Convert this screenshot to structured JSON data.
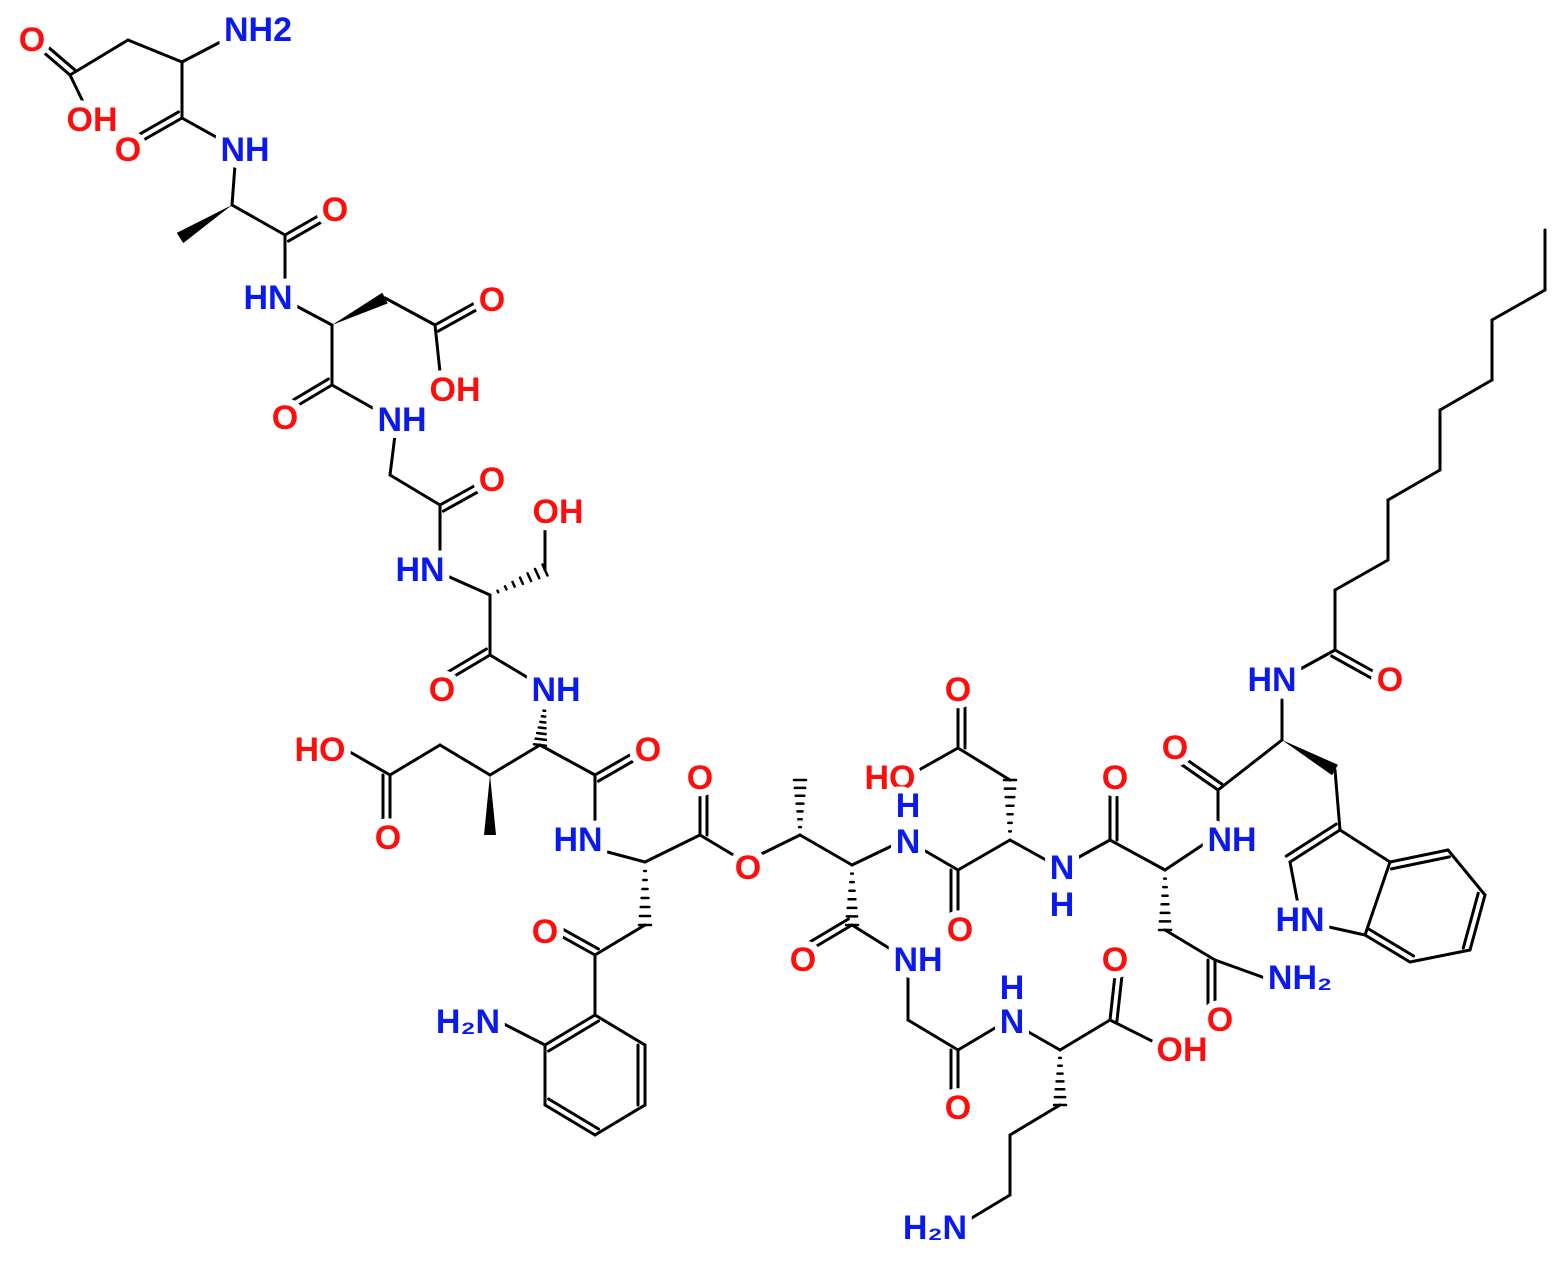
{
  "colors": {
    "oxygen": "#ff0d0d",
    "nitrogen": "#0a19f0",
    "bond": "#000000"
  },
  "atom_labels": [
    {
      "text": "O",
      "element": "oxygen"
    },
    {
      "text": "NH2",
      "element": "nitrogen"
    },
    {
      "text": "OH",
      "element": "oxygen"
    },
    {
      "text": "O",
      "element": "oxygen"
    },
    {
      "text": "NH",
      "element": "nitrogen"
    },
    {
      "text": "O",
      "element": "oxygen"
    },
    {
      "text": "HN",
      "element": "nitrogen"
    },
    {
      "text": "O",
      "element": "oxygen"
    },
    {
      "text": "OH",
      "element": "oxygen"
    },
    {
      "text": "O",
      "element": "oxygen"
    },
    {
      "text": "NH",
      "element": "nitrogen"
    },
    {
      "text": "O",
      "element": "oxygen"
    },
    {
      "text": "OH",
      "element": "oxygen"
    },
    {
      "text": "HN",
      "element": "nitrogen"
    },
    {
      "text": "O",
      "element": "oxygen"
    },
    {
      "text": "NH",
      "element": "nitrogen"
    },
    {
      "text": "O",
      "element": "oxygen"
    },
    {
      "text": "HO",
      "element": "oxygen"
    },
    {
      "text": "O",
      "element": "oxygen"
    },
    {
      "text": "HN",
      "element": "nitrogen"
    },
    {
      "text": "O",
      "element": "oxygen"
    },
    {
      "text": "O",
      "element": "oxygen"
    },
    {
      "text": "O",
      "element": "oxygen"
    },
    {
      "text": "H₂N",
      "element": "nitrogen"
    },
    {
      "text": "O",
      "element": "oxygen"
    },
    {
      "text": "HO",
      "element": "oxygen"
    },
    {
      "text": "H",
      "element": "nitrogen"
    },
    {
      "text": "N",
      "element": "nitrogen"
    },
    {
      "text": "O",
      "element": "oxygen"
    },
    {
      "text": "O",
      "element": "oxygen"
    },
    {
      "text": "NH",
      "element": "nitrogen"
    },
    {
      "text": "N",
      "element": "nitrogen"
    },
    {
      "text": "H",
      "element": "nitrogen"
    },
    {
      "text": "O",
      "element": "oxygen"
    },
    {
      "text": "NH",
      "element": "nitrogen"
    },
    {
      "text": "O",
      "element": "oxygen"
    },
    {
      "text": "HN",
      "element": "nitrogen"
    },
    {
      "text": "O",
      "element": "oxygen"
    },
    {
      "text": "HN",
      "element": "nitrogen"
    },
    {
      "text": "NH₂",
      "element": "nitrogen"
    },
    {
      "text": "O",
      "element": "oxygen"
    },
    {
      "text": "O",
      "element": "oxygen"
    },
    {
      "text": "OH",
      "element": "oxygen"
    },
    {
      "text": "H",
      "element": "nitrogen"
    },
    {
      "text": "N",
      "element": "nitrogen"
    },
    {
      "text": "O",
      "element": "oxygen"
    },
    {
      "text": "H₂N",
      "element": "nitrogen"
    }
  ]
}
